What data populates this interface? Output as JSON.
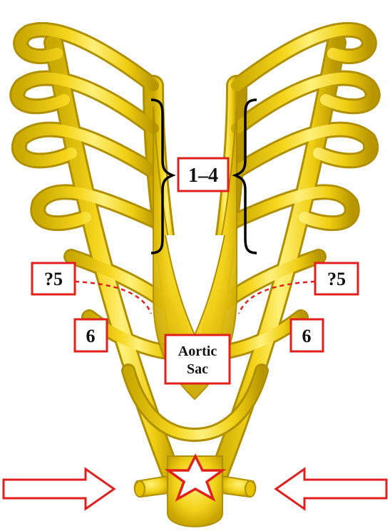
{
  "labels": {
    "arches_1_4": "1–4",
    "left_5": "?5",
    "right_5": "?5",
    "left_6": "6",
    "right_6": "6",
    "aortic_sac_line1": "Aortic",
    "aortic_sac_line2": "Sac"
  },
  "colors": {
    "vessel_fill": "#f2d21a",
    "vessel_light": "#ffee6a",
    "vessel_edge": "#b89700",
    "box_stroke": "#e0201c",
    "box_fill": "#ffffff",
    "brace": "#000000",
    "dashed": "#e0201c",
    "arrow_stroke": "#e0201c",
    "star_stroke": "#e0201c"
  },
  "icons": {
    "arrows": "hollow-arrow-icon",
    "star": "star-icon"
  }
}
